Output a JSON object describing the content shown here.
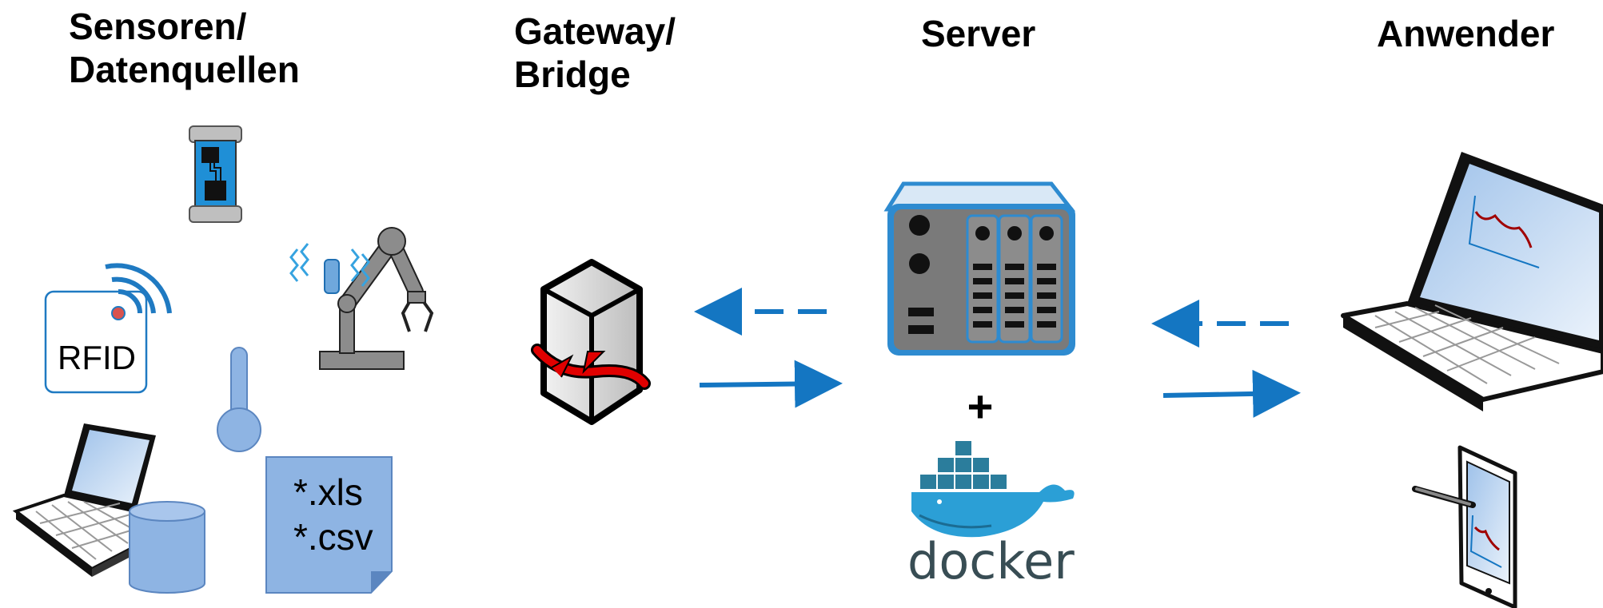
{
  "headings": {
    "sensors_line1": "Sensoren/",
    "sensors_line2": "Datenquellen",
    "gateway_line1": "Gateway/",
    "gateway_line2": "Bridge",
    "server": "Server",
    "users": "Anwender"
  },
  "labels": {
    "rfid": "RFID",
    "file_xls": "*.xls",
    "file_csv": "*.csv",
    "plus": "+",
    "docker": "docker"
  },
  "colors": {
    "arrow": "#1476c2",
    "device_blue": "#8eb4e3",
    "server_fill": "#7a7a7a",
    "server_border": "#2e8bd0",
    "chart_line": "#a00000"
  },
  "icons": [
    "strain-gauge-icon",
    "rfid-icon",
    "robot-arm-icon",
    "thermometer-icon",
    "laptop-icon",
    "database-icon",
    "file-icon",
    "gateway-icon",
    "server-icon",
    "docker-logo",
    "tablet-icon"
  ]
}
